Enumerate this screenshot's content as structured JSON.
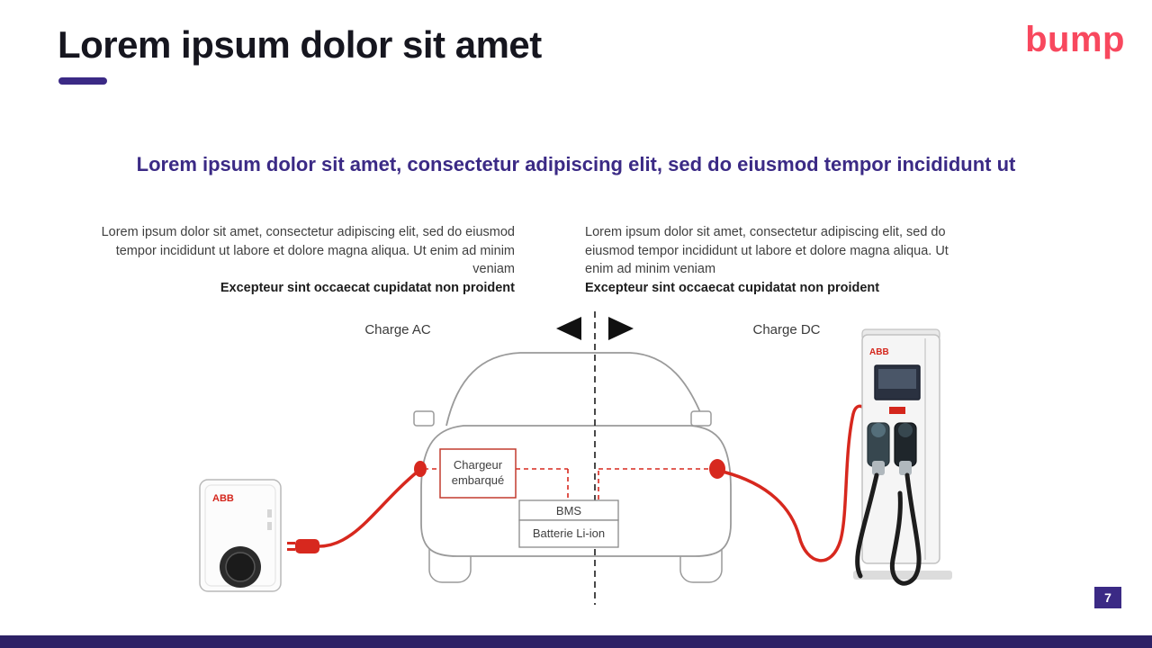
{
  "slide": {
    "title": "Lorem ipsum dolor sit amet",
    "logo": "bump",
    "subtitle": "Lorem ipsum dolor sit amet, consectetur adipiscing elit, sed do eiusmod tempor incididunt ut",
    "page_number": "7"
  },
  "columns": {
    "left": {
      "body": "Lorem ipsum dolor sit amet, consectetur adipiscing elit, sed do eiusmod tempor incididunt ut labore et dolore magna aliqua. Ut enim ad minim veniam",
      "bold": "Excepteur sint occaecat cupidatat non proident"
    },
    "right": {
      "body": "Lorem ipsum dolor sit amet, consectetur adipiscing elit, sed do eiusmod tempor incididunt ut labore et dolore magna aliqua. Ut enim ad minim veniam",
      "bold": "Excepteur sint occaecat cupidatat non proident"
    }
  },
  "diagram": {
    "label_ac": "Charge AC",
    "label_dc": "Charge DC",
    "onboard_charger_line1": "Chargeur",
    "onboard_charger_line2": "embarqué",
    "bms": "BMS",
    "battery": "Batterie Li-ion",
    "brand_left": "ABB",
    "brand_right": "ABB"
  },
  "colors": {
    "accent_purple": "#3b2a85",
    "footer_purple": "#2d2166",
    "logo_red": "#f8485e",
    "cable_red": "#d7281e",
    "brand_red": "#d4261c"
  }
}
